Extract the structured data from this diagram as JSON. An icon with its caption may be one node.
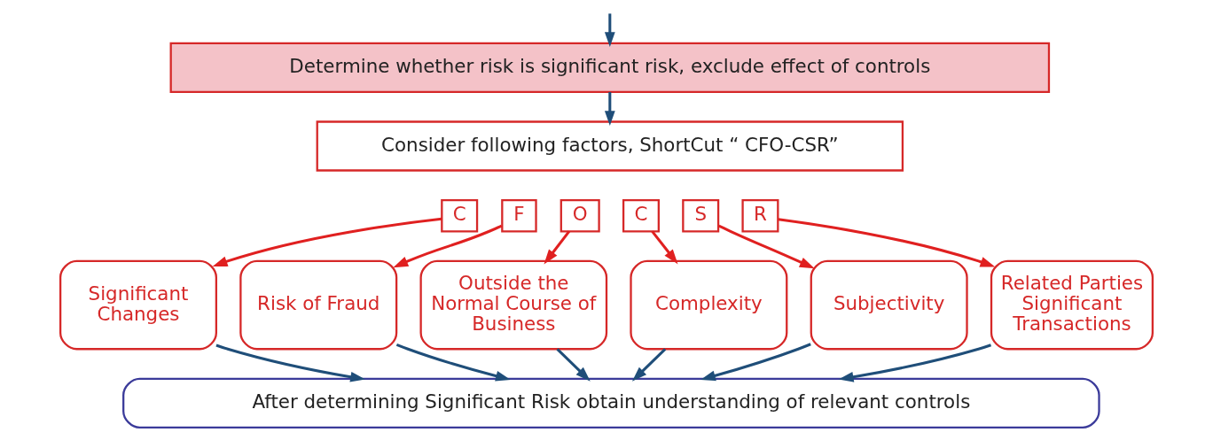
{
  "diagram": {
    "nodes": [
      {
        "text": [
          "Determine whether risk is significant risk, exclude effect of controls"
        ]
      },
      {
        "text": [
          "Consider following factors, ShortCut “ CFO-CSR”"
        ]
      },
      {
        "text": [
          "C"
        ]
      },
      {
        "text": [
          "F"
        ]
      },
      {
        "text": [
          "O"
        ]
      },
      {
        "text": [
          "C"
        ]
      },
      {
        "text": [
          "S"
        ]
      },
      {
        "text": [
          "R"
        ]
      },
      {
        "text": [
          "Significant Changes"
        ]
      },
      {
        "text": [
          "Risk of Fraud"
        ]
      },
      {
        "text": [
          "Outside the Normal Course of Business"
        ]
      },
      {
        "text": [
          "Complexity"
        ]
      },
      {
        "text": [
          "Subjectivity"
        ]
      },
      {
        "text": [
          "Related Parties Significant Transactions"
        ]
      },
      {
        "text": [
          "After determining Significant Risk obtain understanding of relevant controls"
        ]
      }
    ],
    "edges": [
      {
        "from": null,
        "to": 0,
        "arrow": "to"
      },
      {
        "from": 0,
        "to": 1,
        "arrow": "to"
      },
      {
        "from": 2,
        "to": 8,
        "arrow": "to",
        "color": "#e02020"
      },
      {
        "from": 3,
        "to": 9,
        "arrow": "to",
        "color": "#e02020"
      },
      {
        "from": 4,
        "to": 10,
        "arrow": "to",
        "color": "#e02020"
      },
      {
        "from": 5,
        "to": 11,
        "arrow": "to",
        "color": "#e02020"
      },
      {
        "from": 6,
        "to": 12,
        "arrow": "to",
        "color": "#e02020"
      },
      {
        "from": 7,
        "to": 13,
        "arrow": "to",
        "color": "#e02020"
      },
      {
        "from": 8,
        "to": 14,
        "arrow": "to"
      },
      {
        "from": 9,
        "to": 14,
        "arrow": "to"
      },
      {
        "from": 10,
        "to": 14,
        "arrow": "to"
      },
      {
        "from": 11,
        "to": 14,
        "arrow": "to"
      },
      {
        "from": 12,
        "to": 14,
        "arrow": "to"
      },
      {
        "from": 13,
        "to": 14,
        "arrow": "to"
      }
    ]
  }
}
